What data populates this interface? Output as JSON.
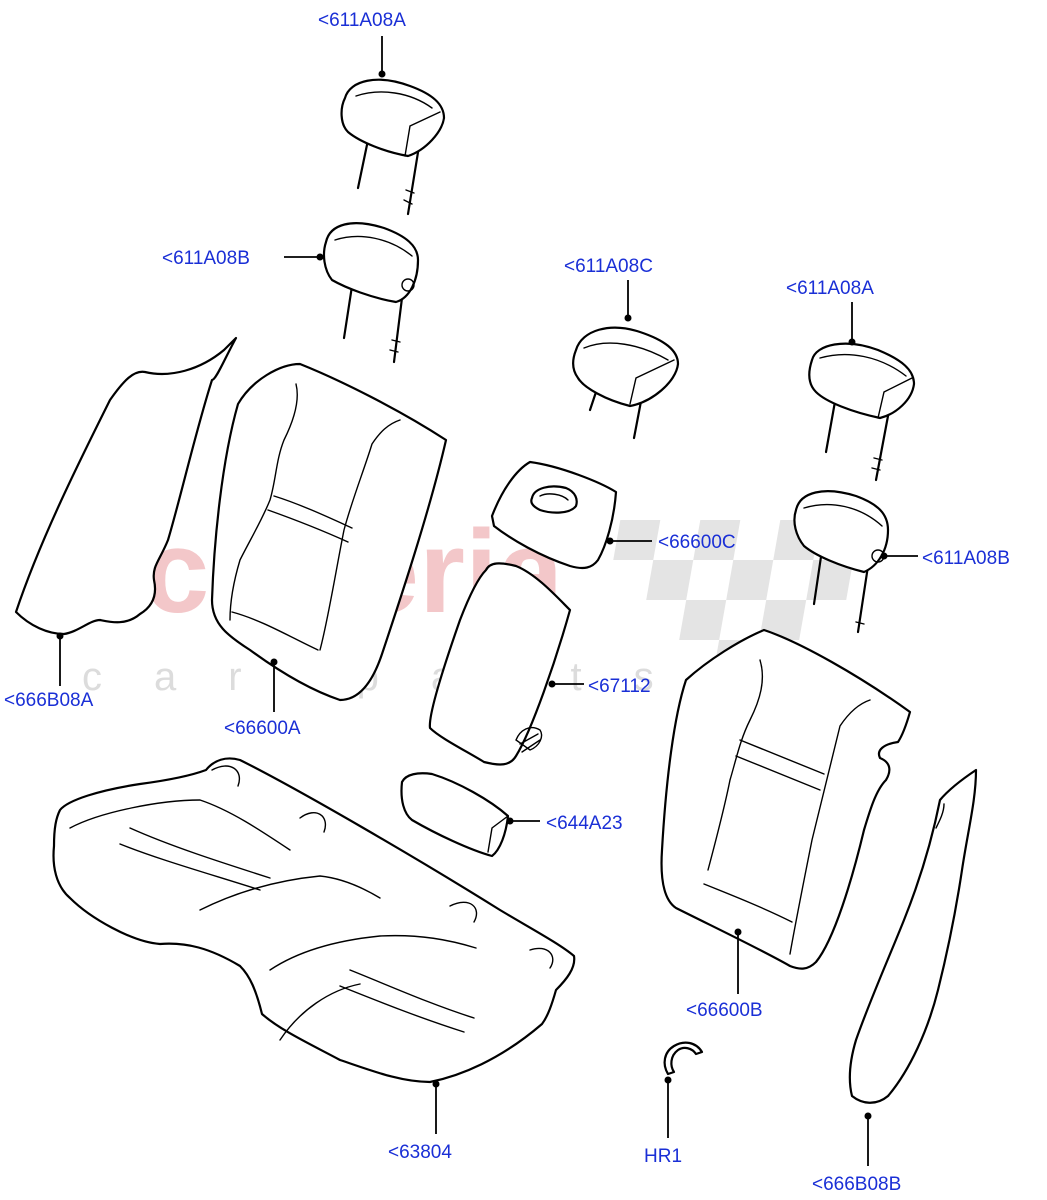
{
  "watermark": {
    "brand": "scuderia",
    "sub": "car parts",
    "brand_color": "#f3c7c9",
    "sub_color": "#dcdcdc"
  },
  "colors": {
    "callout_text": "#1a2fd6",
    "linework": "#000000"
  },
  "callouts": {
    "headrest_top": "<611A08A",
    "headrest_left": "<611A08B",
    "headrest_center": "<611A08C",
    "headrest_right_top": "<611A08A",
    "headrest_right": "<611A08B",
    "bolster_left": "<666B08A",
    "back_left": "<66600A",
    "armrest_cover": "<66600C",
    "armrest": "<67112",
    "cupholder": "<644A23",
    "cushion": "<63804",
    "back_right": "<66600B",
    "hook": "HR1",
    "bolster_right": "<666B08B"
  }
}
